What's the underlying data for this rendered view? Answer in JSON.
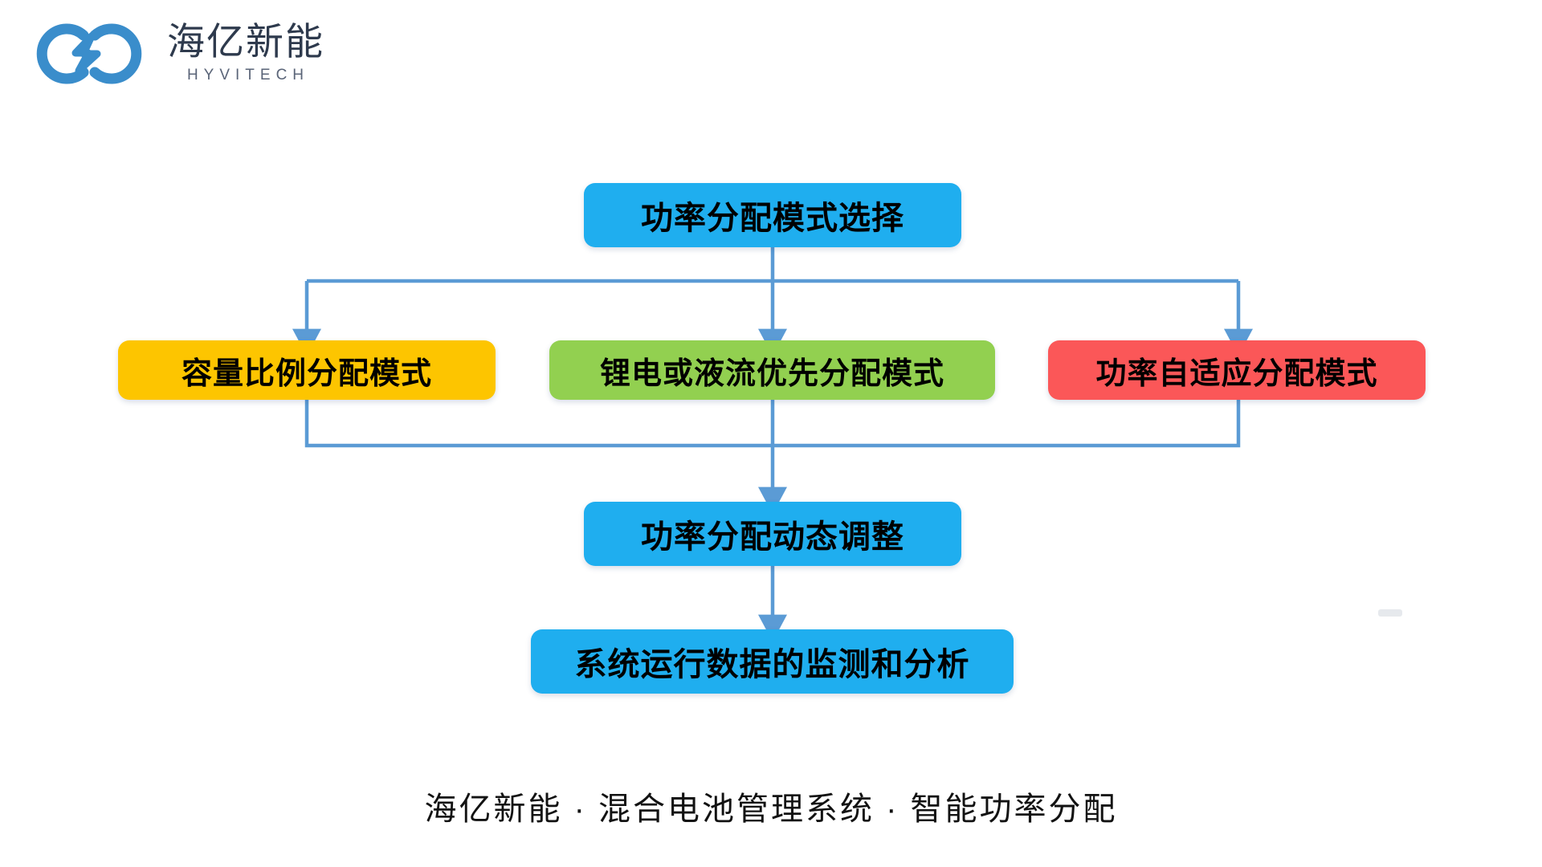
{
  "brand": {
    "logo_icon": "infinity-bolt-logo",
    "name_cn": "海亿新能",
    "name_en": "HYVITECH",
    "color": "#3A8DCB"
  },
  "flow": {
    "type": "flowchart",
    "title": "功率分配模式选择",
    "line_color": "#5B9BD5",
    "nodes": [
      {
        "id": "root",
        "label": "功率分配模式选择",
        "color": "#1FAEEF",
        "level": 0
      },
      {
        "id": "cap",
        "label": "容量比例分配模式",
        "color": "#FDC500",
        "level": 1
      },
      {
        "id": "pri",
        "label": "锂电或液流优先分配模式",
        "color": "#92D050",
        "level": 1
      },
      {
        "id": "adp",
        "label": "功率自适应分配模式",
        "color": "#FB5758",
        "level": 1
      },
      {
        "id": "dyn",
        "label": "功率分配动态调整",
        "color": "#1FAEEF",
        "level": 2
      },
      {
        "id": "mon",
        "label": "系统运行数据的监测和分析",
        "color": "#1FAEEF",
        "level": 3
      }
    ],
    "edges": [
      {
        "from": "root",
        "to": "cap",
        "style": "elbow",
        "arrow": true
      },
      {
        "from": "root",
        "to": "pri",
        "style": "straight",
        "arrow": true
      },
      {
        "from": "root",
        "to": "adp",
        "style": "elbow",
        "arrow": true
      },
      {
        "from": "cap",
        "to": "dyn",
        "style": "elbow",
        "arrow": false
      },
      {
        "from": "pri",
        "to": "dyn",
        "style": "straight",
        "arrow": true
      },
      {
        "from": "adp",
        "to": "dyn",
        "style": "elbow",
        "arrow": false
      },
      {
        "from": "dyn",
        "to": "mon",
        "style": "straight",
        "arrow": true
      }
    ]
  },
  "caption": "海亿新能 · 混合电池管理系统 · 智能功率分配"
}
